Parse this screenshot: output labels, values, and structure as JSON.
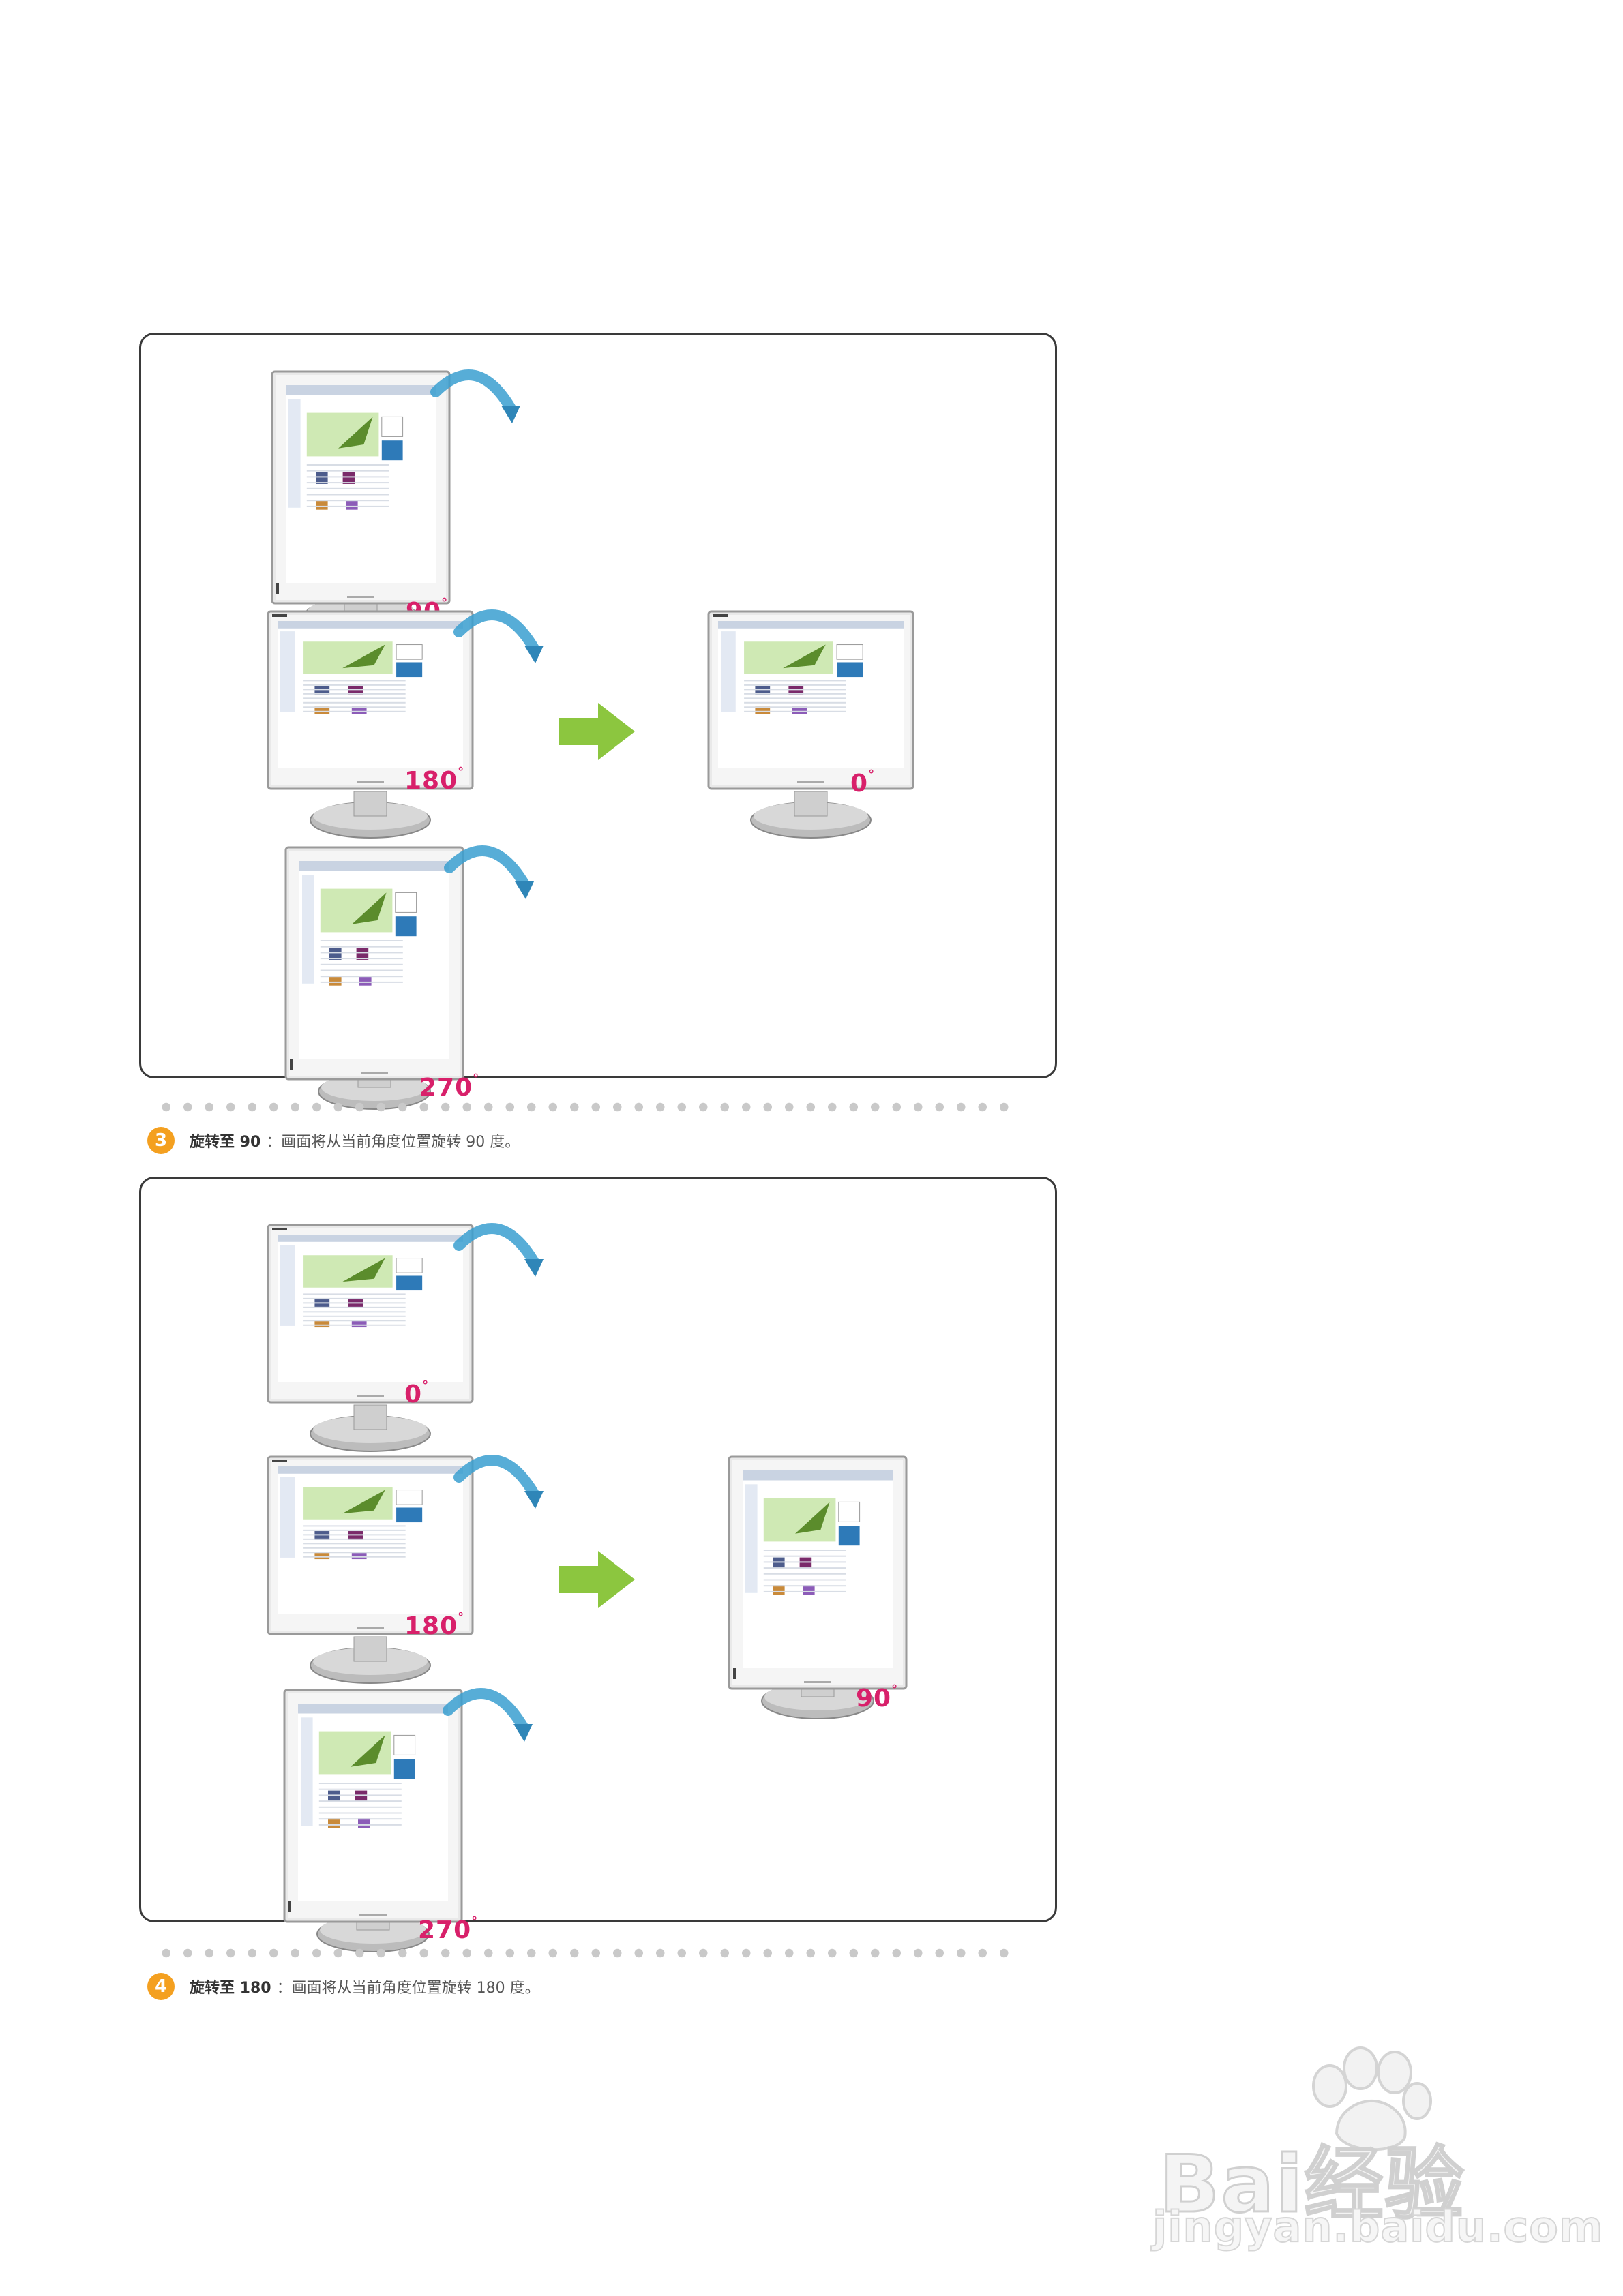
{
  "panels": [
    {
      "monitors_left": [
        {
          "orientation": "portrait",
          "label": "90"
        },
        {
          "orientation": "landscape",
          "label": "180"
        },
        {
          "orientation": "portrait",
          "label": "270"
        }
      ],
      "result": {
        "orientation": "landscape",
        "label": "0"
      }
    },
    {
      "monitors_left": [
        {
          "orientation": "landscape",
          "label": "0"
        },
        {
          "orientation": "landscape",
          "label": "180"
        },
        {
          "orientation": "portrait",
          "label": "270"
        }
      ],
      "result": {
        "orientation": "portrait",
        "label": "90"
      }
    }
  ],
  "degree_symbol": "°",
  "steps": [
    {
      "number": "3",
      "bold": "旋转至 90",
      "desc": "：画面将从当前角度位置旋转 90 度。"
    },
    {
      "number": "4",
      "bold": "旋转至 180",
      "desc": "：画面将从当前角度位置旋转 180 度。"
    }
  ],
  "watermark": {
    "brand": "Bai经验",
    "url": "jingyan.baidu.com"
  },
  "colors": {
    "label_pink": "#d8206a",
    "arrow_blue": "#3a9fd0",
    "arrow_green": "#8cc63f",
    "step_badge": "#f4a020"
  }
}
